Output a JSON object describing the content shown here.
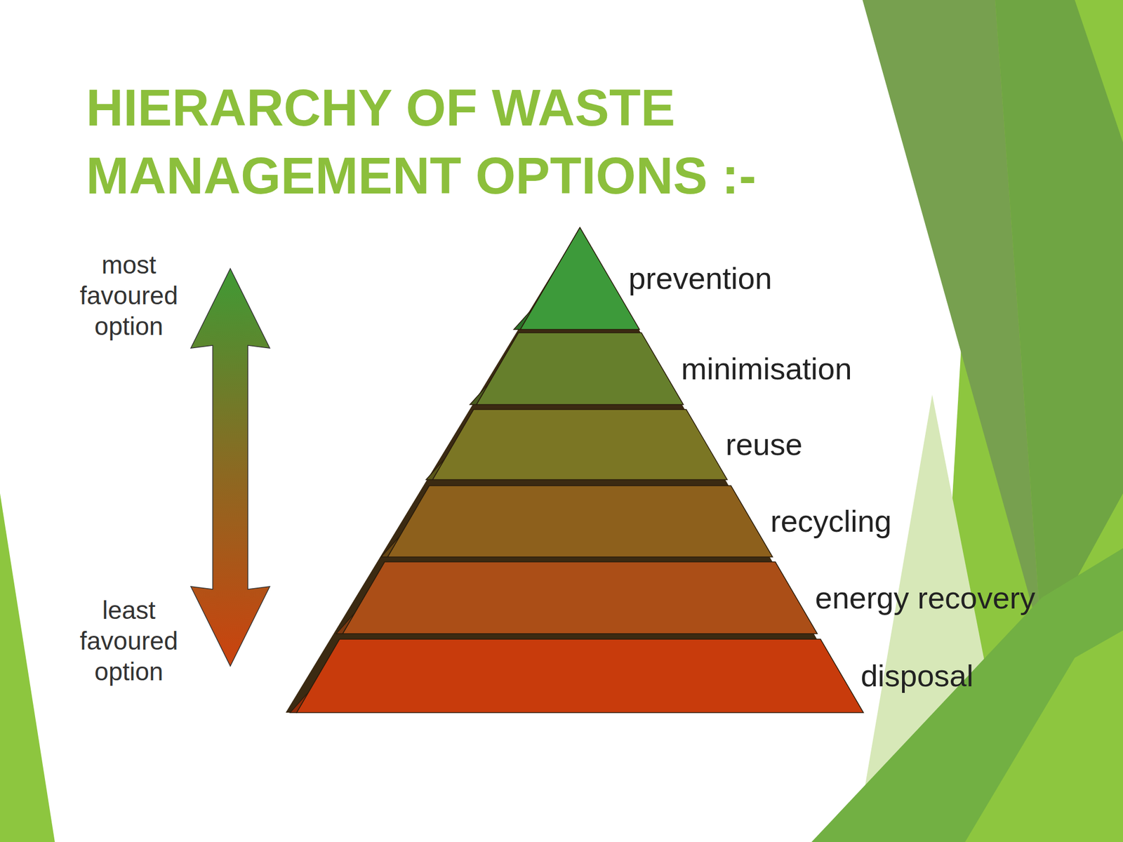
{
  "diagram": {
    "title": "HIERARCHY OF WASTE MANAGEMENT OPTIONS :-",
    "nodes": [
      {
        "text": [
          "prevention"
        ]
      },
      {
        "text": [
          "minimisation"
        ]
      },
      {
        "text": [
          "reuse"
        ]
      },
      {
        "text": [
          "recycling"
        ]
      },
      {
        "text": [
          "energy recovery"
        ]
      },
      {
        "text": [
          "disposal"
        ]
      }
    ],
    "labels": [
      "most favoured option",
      "least favoured option"
    ]
  }
}
